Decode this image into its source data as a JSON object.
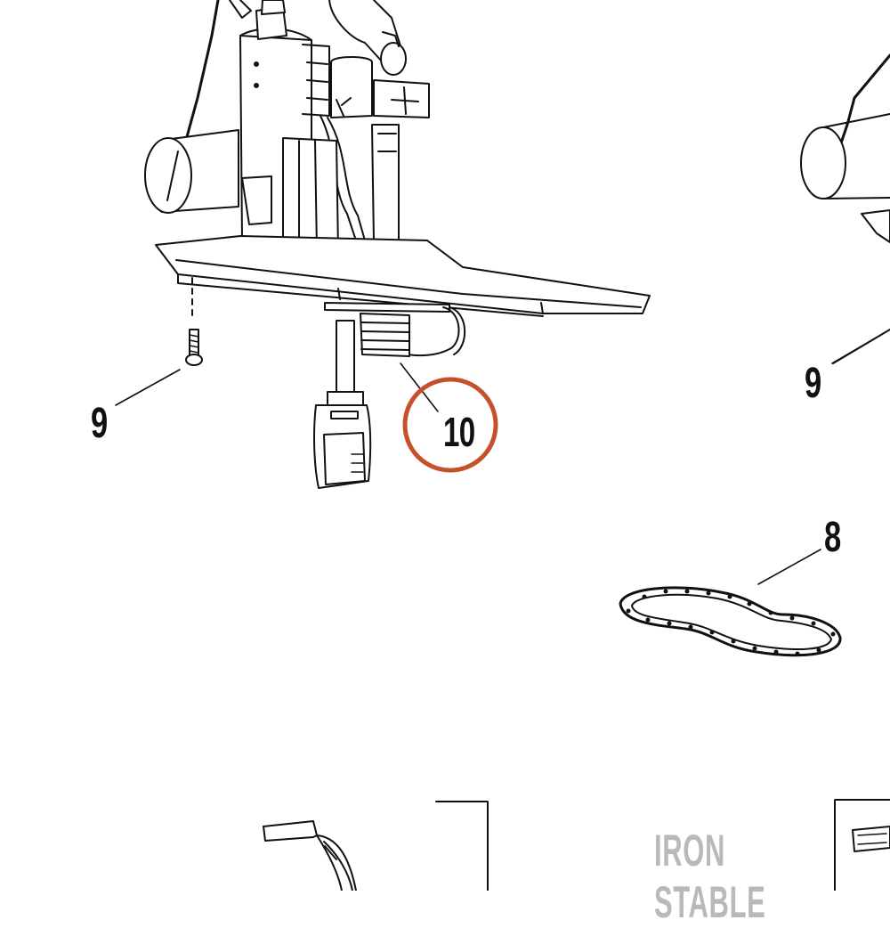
{
  "callouts": {
    "c9_left": "9",
    "c10": "10",
    "c9_right": "9",
    "c8": "8"
  },
  "highlight_color": "#C4512A",
  "watermark": "IRON STABLE"
}
